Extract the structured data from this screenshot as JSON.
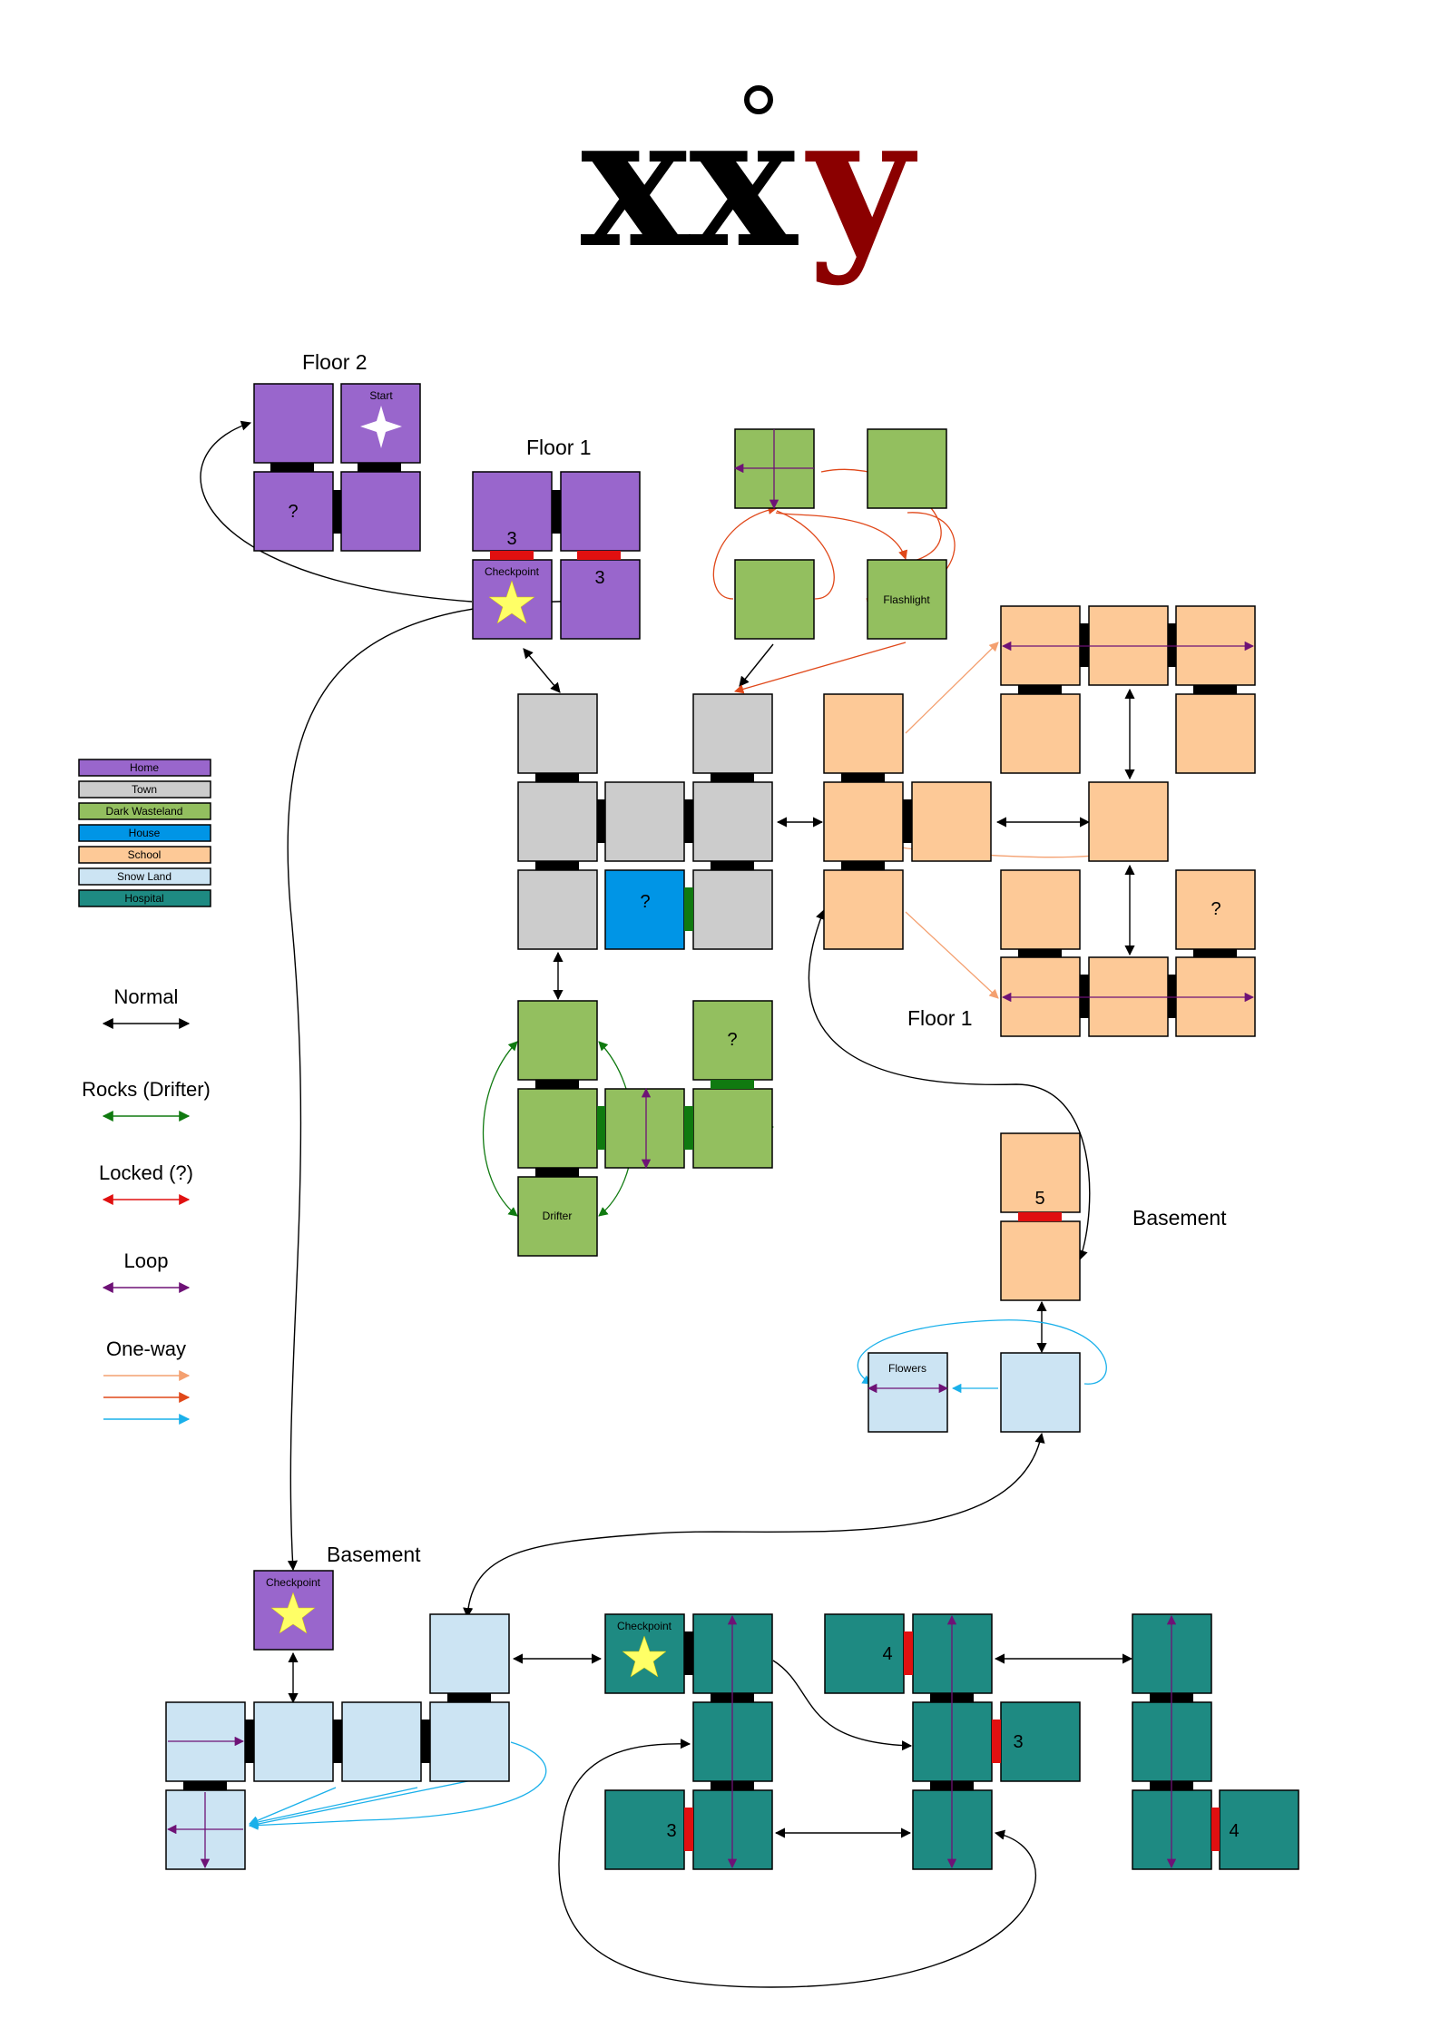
{
  "title": {
    "part1": "xx",
    "part2": "y",
    "accent": "°",
    "color_dark": "#000000",
    "color_red": "#8b0000"
  },
  "labels": {
    "floor2": "Floor 2",
    "floor1": "Floor 1",
    "floor1_school": "Floor 1",
    "basement_school": "Basement",
    "basement_home": "Basement"
  },
  "legend": {
    "colors": [
      {
        "label": "Home",
        "color": "#9966cc"
      },
      {
        "label": "Town",
        "color": "#cccccc"
      },
      {
        "label": "Dark Wasteland",
        "color": "#93bf5f"
      },
      {
        "label": "House",
        "color": "#0095e6"
      },
      {
        "label": "School",
        "color": "#fdc997"
      },
      {
        "label": "Snow Land",
        "color": "#cce4f3"
      },
      {
        "label": "Hospital",
        "color": "#1e8a82"
      }
    ],
    "arrows": [
      {
        "label": "Normal",
        "color": "#000000"
      },
      {
        "label": "Rocks (Drifter)",
        "color": "#107a10"
      },
      {
        "label": "Locked (?)",
        "color": "#e01010"
      },
      {
        "label": "Loop",
        "color": "#6e1276"
      },
      {
        "label": "One-way",
        "color": "#f4a070"
      }
    ],
    "oneway_colors": [
      "#f4a070",
      "#e0481a",
      "#1ab0ea"
    ]
  },
  "rooms": {
    "start": "Start",
    "home_q": "?",
    "lock_3a": "3",
    "lock_3b": "3",
    "checkpoint": "Checkpoint",
    "flashlight": "Flashlight",
    "house_q": "?",
    "waste_q": "?",
    "drifter": "Drifter",
    "school_q": "?",
    "lock_5": "5",
    "flowers": "Flowers",
    "basement_checkpoint": "Checkpoint",
    "hospital_checkpoint": "Checkpoint",
    "lock_4a": "4",
    "lock_3c": "3",
    "lock_3d": "3",
    "lock_4b": "4"
  }
}
